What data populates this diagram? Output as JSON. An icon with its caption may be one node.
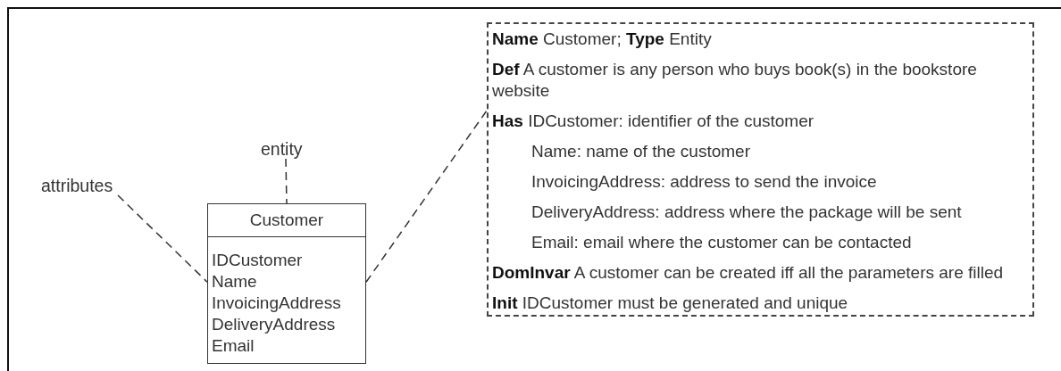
{
  "diagram": {
    "nodes": [
      {
        "text": [
          "entity"
        ]
      },
      {
        "text": [
          "attributes"
        ]
      },
      {
        "text": [
          "Customer",
          "IDCustomer",
          "Name",
          "InvoicingAddress",
          "DeliveryAddress",
          "Email"
        ]
      },
      {
        "text": [
          "**Name** Customer; **Type** Entity",
          "**Def** A customer is any person who buys book(s) in the bookstore website",
          "**Has** IDCustomer: identifier of the customer",
          "Name: name of the customer",
          "InvoicingAddress: address to send the invoice",
          "DeliveryAddress: address where the package will be sent",
          "Email: email where the customer can be contacted",
          "**DomInvar** A customer can be created iff all the parameters are filled",
          "**Init** IDCustomer must be generated and unique"
        ]
      }
    ],
    "edges": [
      {
        "from": 0,
        "to": 2,
        "arrow": "none",
        "style": "dashed"
      },
      {
        "from": 1,
        "to": 2,
        "arrow": "none",
        "style": "dashed"
      },
      {
        "from": 2,
        "to": 3,
        "arrow": "none",
        "style": "dashed"
      }
    ]
  }
}
